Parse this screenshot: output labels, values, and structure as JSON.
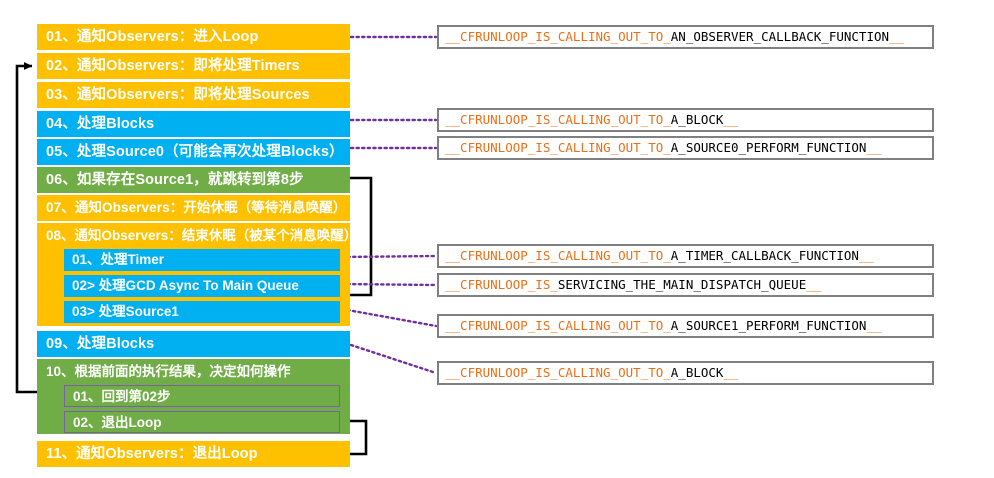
{
  "diagram": {
    "title": "CFRunLoop run loop step diagram",
    "colors": {
      "orange": "#FFC000",
      "cyan": "#00B0F0",
      "green": "#70AD47",
      "callout_prefix": "#E8701A",
      "callout_border": "#808080",
      "connector_dotted": "#7030A0",
      "connector_solid": "#000000",
      "background": "#FFFFFF"
    },
    "steps": [
      {
        "id": "01",
        "label": "01、通知Observers：进入Loop",
        "color": "orange"
      },
      {
        "id": "02",
        "label": "02、通知Observers：即将处理Timers",
        "color": "orange"
      },
      {
        "id": "03",
        "label": "03、通知Observers：即将处理Sources",
        "color": "orange"
      },
      {
        "id": "04",
        "label": "04、处理Blocks",
        "color": "cyan"
      },
      {
        "id": "05",
        "label": "05、处理Source0（可能会再次处理Blocks）",
        "color": "cyan"
      },
      {
        "id": "06",
        "label": "06、如果存在Source1，就跳转到第8步",
        "color": "green"
      },
      {
        "id": "07",
        "label": "07、通知Observers：开始休眠（等待消息唤醒）",
        "color": "orange"
      },
      {
        "id": "08",
        "label": "08、通知Observers：结束休眠（被某个消息唤醒）",
        "color": "orange"
      },
      {
        "id": "09",
        "label": "09、处理Blocks",
        "color": "cyan"
      },
      {
        "id": "10",
        "label": "10、根据前面的执行结果，决定如何操作",
        "color": "green"
      },
      {
        "id": "11",
        "label": "11、通知Observers：退出Loop",
        "color": "orange"
      }
    ],
    "substeps_08": [
      {
        "id": "08-01",
        "label": "01、处理Timer"
      },
      {
        "id": "08-02",
        "label": "02> 处理GCD Async To Main Queue"
      },
      {
        "id": "08-03",
        "label": "03> 处理Source1"
      }
    ],
    "substeps_10": [
      {
        "id": "10-01",
        "label": "01、回到第02步"
      },
      {
        "id": "10-02",
        "label": "02、退出Loop"
      }
    ],
    "callouts": [
      {
        "id": "co-observer",
        "prefix": "__CFRUNLOOP_IS_CALLING_OUT_TO_",
        "mid": "AN_OBSERVER_CALLBACK_FUNCTION",
        "post": "__"
      },
      {
        "id": "co-block-1",
        "prefix": "__CFRUNLOOP_IS_CALLING_OUT_TO_",
        "mid": "A_BLOCK",
        "post": "__"
      },
      {
        "id": "co-source0",
        "prefix": "__CFRUNLOOP_IS_CALLING_OUT_TO_",
        "mid": "A_SOURCE0_PERFORM_FUNCTION",
        "post": "__"
      },
      {
        "id": "co-timer",
        "prefix": "__CFRUNLOOP_IS_CALLING_OUT_TO_",
        "mid": "A_TIMER_CALLBACK_FUNCTION",
        "post": "__"
      },
      {
        "id": "co-dispatch",
        "prefix": "__CFRUNLOOP_IS_",
        "mid": "SERVICING_THE_MAIN_DISPATCH_QUEUE",
        "post": "__"
      },
      {
        "id": "co-source1",
        "prefix": "__CFRUNLOOP_IS_CALLING_OUT_TO_",
        "mid": "A_SOURCE1_PERFORM_FUNCTION",
        "post": "__"
      },
      {
        "id": "co-block-2",
        "prefix": "__CFRUNLOOP_IS_CALLING_OUT_TO_",
        "mid": "A_BLOCK",
        "post": "__"
      }
    ]
  }
}
